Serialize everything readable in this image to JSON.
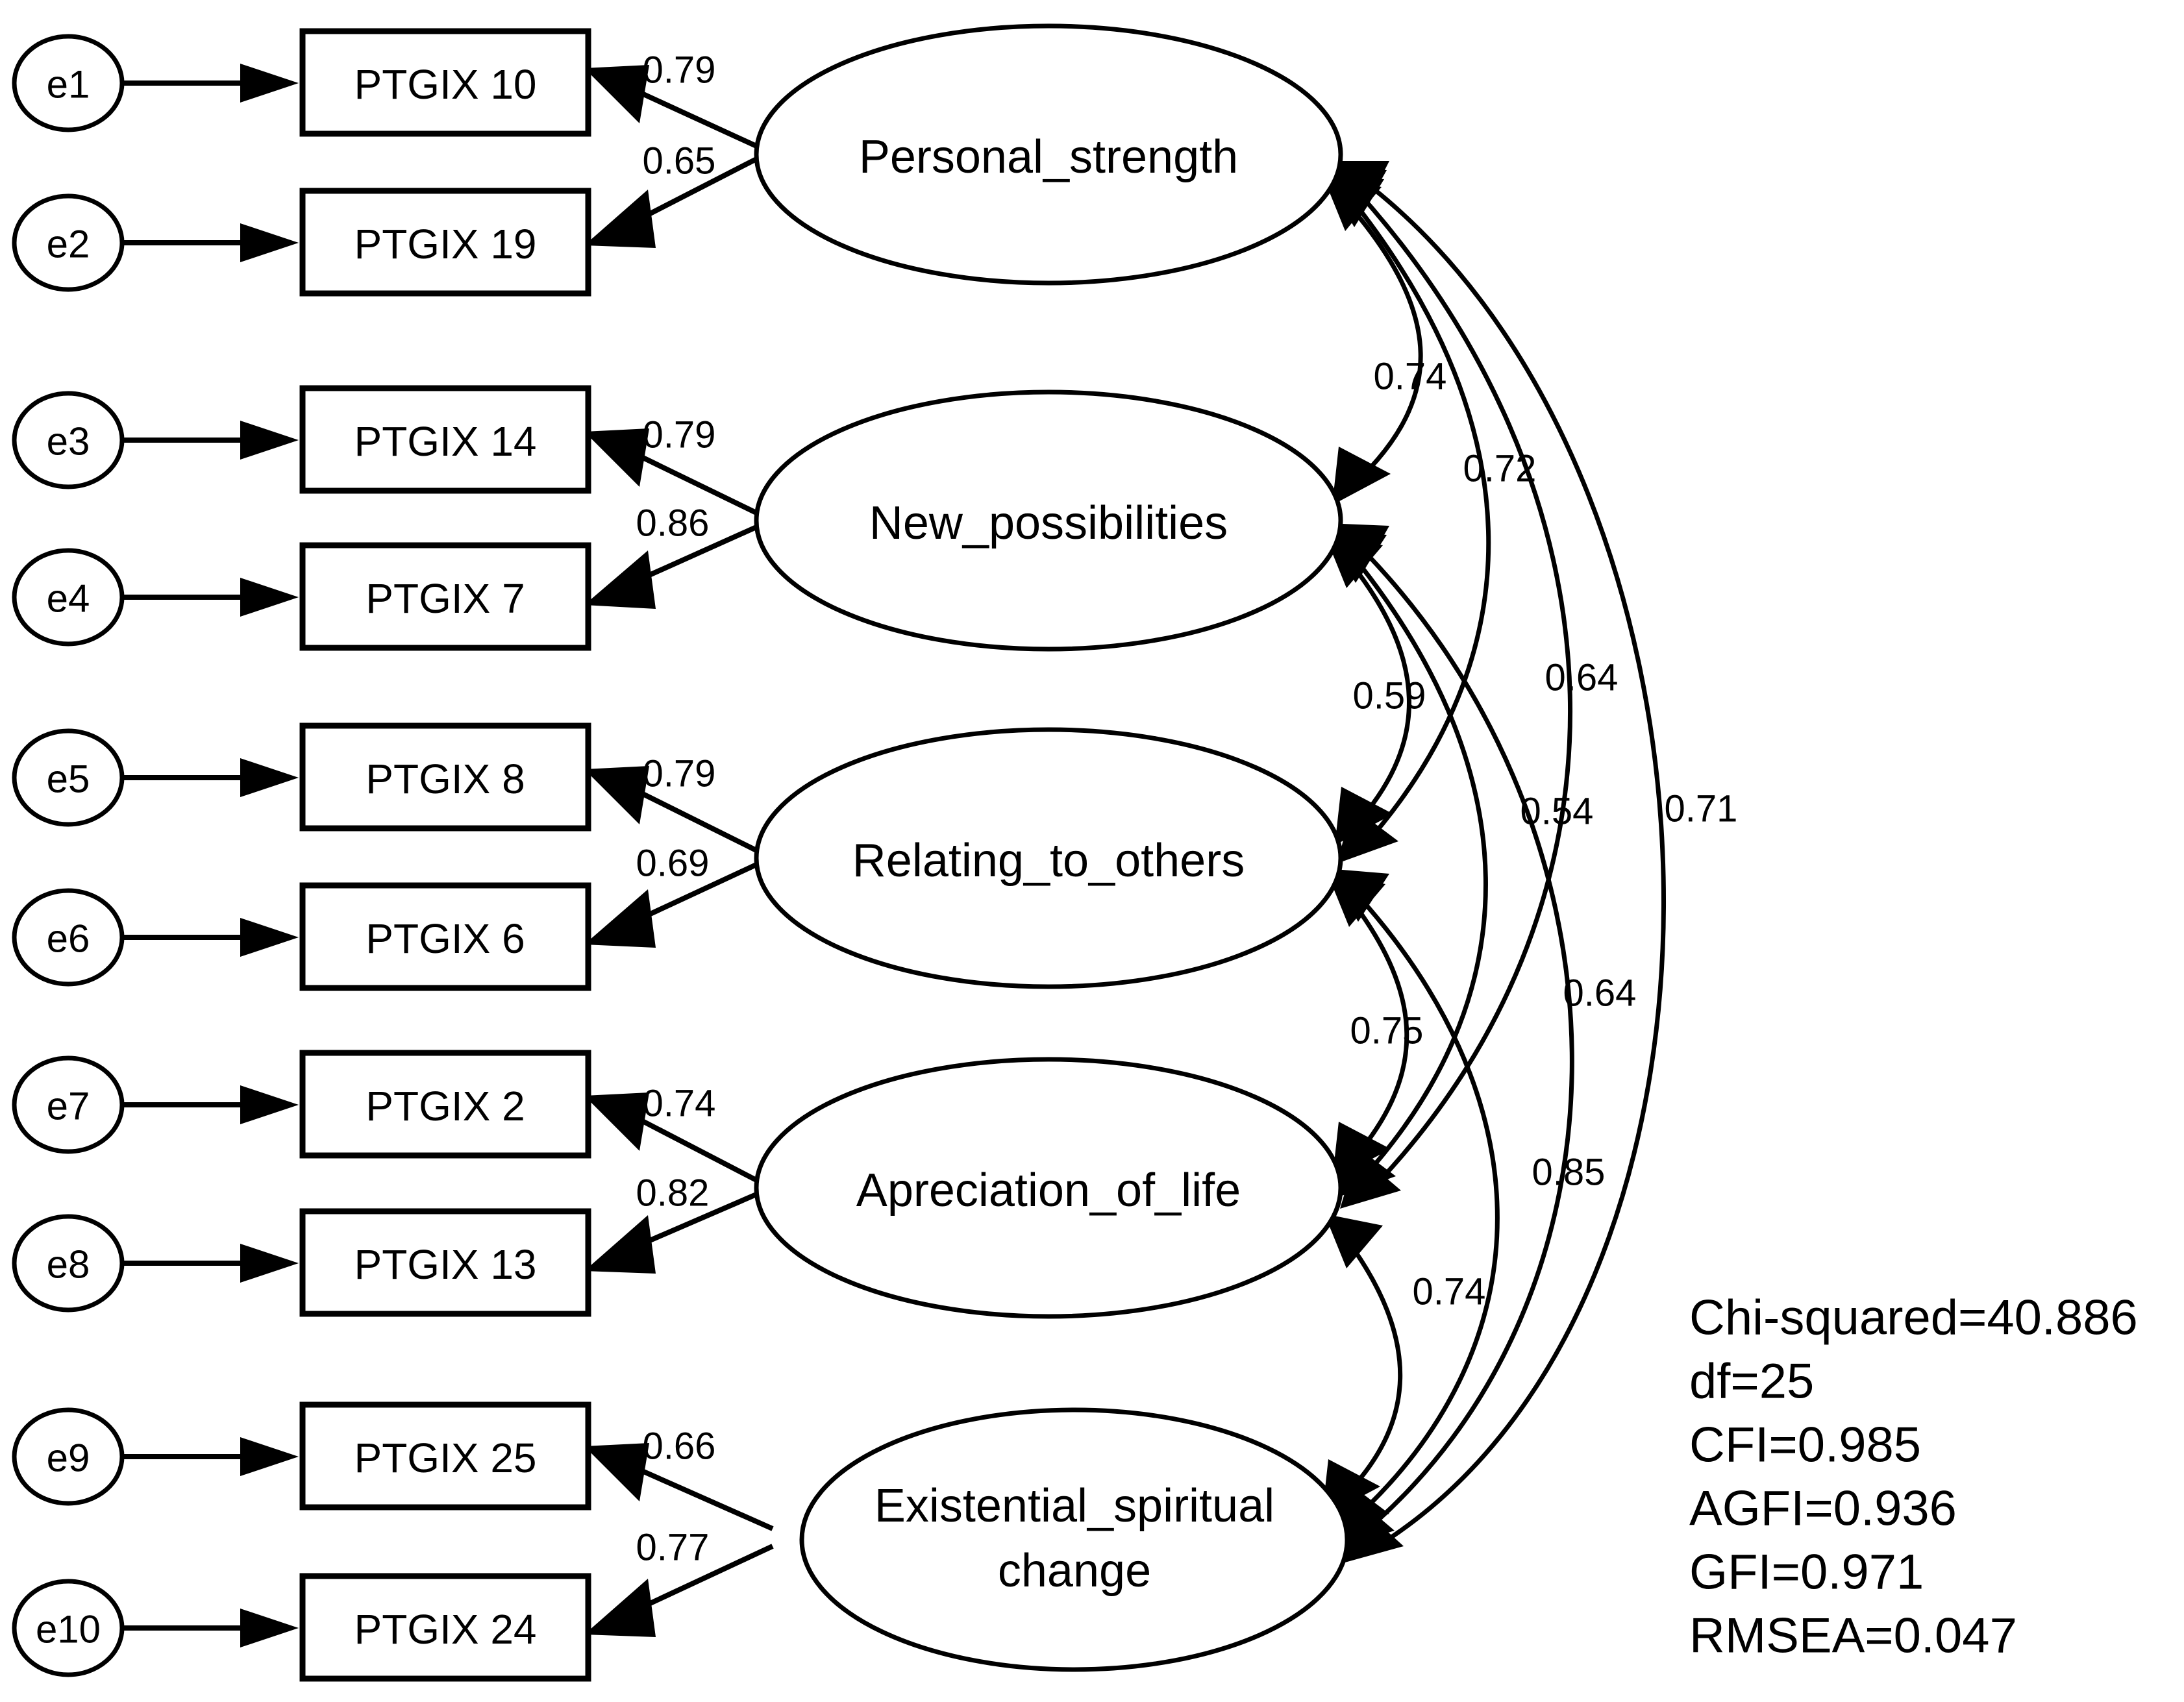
{
  "diagram": {
    "title": "Posttraumatic Growth Inventory Five-Factor Confirmatory Factor Analysis Path Diagram",
    "line_color": "#000000",
    "fill_color": "#ffffff"
  },
  "chart_data": {
    "type": "diagram",
    "title": "",
    "errors": [
      {
        "id": "e1",
        "label": "e1"
      },
      {
        "id": "e2",
        "label": "e2"
      },
      {
        "id": "e3",
        "label": "e3"
      },
      {
        "id": "e4",
        "label": "e4"
      },
      {
        "id": "e5",
        "label": "e5"
      },
      {
        "id": "e6",
        "label": "e6"
      },
      {
        "id": "e7",
        "label": "e7"
      },
      {
        "id": "e8",
        "label": "e8"
      },
      {
        "id": "e9",
        "label": "e9"
      },
      {
        "id": "e10",
        "label": "e10"
      }
    ],
    "indicators": [
      {
        "id": "i1",
        "label": "PTGIX 10"
      },
      {
        "id": "i2",
        "label": "PTGIX 19"
      },
      {
        "id": "i3",
        "label": "PTGIX 14"
      },
      {
        "id": "i4",
        "label": "PTGIX 7"
      },
      {
        "id": "i5",
        "label": "PTGIX 8"
      },
      {
        "id": "i6",
        "label": "PTGIX 6"
      },
      {
        "id": "i7",
        "label": "PTGIX 2"
      },
      {
        "id": "i8",
        "label": "PTGIX 13"
      },
      {
        "id": "i9",
        "label": "PTGIX 25"
      },
      {
        "id": "i10",
        "label": "PTGIX 24"
      }
    ],
    "factors": [
      {
        "id": "f1",
        "label": "Personal_strength",
        "label_line2": ""
      },
      {
        "id": "f2",
        "label": "New_possibilities",
        "label_line2": ""
      },
      {
        "id": "f3",
        "label": "Relating_to_others",
        "label_line2": ""
      },
      {
        "id": "f4",
        "label": "Apreciation_of_life",
        "label_line2": ""
      },
      {
        "id": "f5",
        "label": "Existential_spiritual",
        "label_line2": "change"
      }
    ],
    "loadings": [
      {
        "from": "f1",
        "to": "i1",
        "value": "0.79"
      },
      {
        "from": "f1",
        "to": "i2",
        "value": "0.65"
      },
      {
        "from": "f2",
        "to": "i3",
        "value": "0.79"
      },
      {
        "from": "f2",
        "to": "i4",
        "value": "0.86"
      },
      {
        "from": "f3",
        "to": "i5",
        "value": "0.79"
      },
      {
        "from": "f3",
        "to": "i6",
        "value": "0.69"
      },
      {
        "from": "f4",
        "to": "i7",
        "value": "0.74"
      },
      {
        "from": "f4",
        "to": "i8",
        "value": "0.82"
      },
      {
        "from": "f5",
        "to": "i9",
        "value": "0.66"
      },
      {
        "from": "f5",
        "to": "i10",
        "value": "0.77"
      }
    ],
    "correlations": [
      {
        "between": [
          "f1",
          "f2"
        ],
        "value": "0.74"
      },
      {
        "between": [
          "f1",
          "f3"
        ],
        "value": "0.72"
      },
      {
        "between": [
          "f1",
          "f4"
        ],
        "value": "0.64"
      },
      {
        "between": [
          "f1",
          "f5"
        ],
        "value": "0.71"
      },
      {
        "between": [
          "f2",
          "f3"
        ],
        "value": "0.59"
      },
      {
        "between": [
          "f2",
          "f4"
        ],
        "value": "0.54"
      },
      {
        "between": [
          "f2",
          "f5"
        ],
        "value": "0.64"
      },
      {
        "between": [
          "f3",
          "f4"
        ],
        "value": "0.75"
      },
      {
        "between": [
          "f3",
          "f5"
        ],
        "value": "0.85"
      },
      {
        "between": [
          "f4",
          "f5"
        ],
        "value": "0.74"
      }
    ]
  },
  "fit_statistics": {
    "lines": [
      "Chi-squared=40.886",
      "df=25",
      "CFI=0.985",
      "AGFI=0.936",
      "GFI=0.971",
      "RMSEA=0.047"
    ],
    "chi_squared": "Chi-squared=40.886",
    "df": "df=25",
    "cfi": "CFI=0.985",
    "agfi": "AGFI=0.936",
    "gfi": "GFI=0.971",
    "rmsea": "RMSEA=0.047"
  }
}
